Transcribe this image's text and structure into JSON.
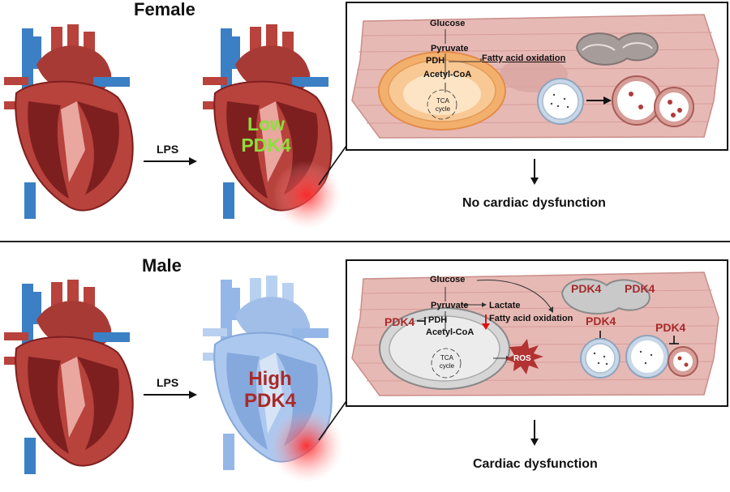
{
  "female": {
    "title": "Female",
    "arrow_label": "LPS",
    "heart_label_line1": "Low",
    "heart_label_line2": "PDK4",
    "glucose": "Glucose",
    "pyruvate": "Pyruvate",
    "pdh": "PDH",
    "fatty_acid": "Fatty acid oxidation",
    "acetyl": "Acetyl-CoA",
    "tca_line1": "TCA",
    "tca_line2": "cycle",
    "outcome": "No cardiac dysfunction"
  },
  "male": {
    "title": "Male",
    "arrow_label": "LPS",
    "heart_label_line1": "High",
    "heart_label_line2": "PDK4",
    "glucose": "Glucose",
    "pyruvate": "Pyruvate",
    "lactate": "Lactate",
    "pdh": "PDH",
    "pdk4_pdh": "PDK4",
    "fatty_acid": "Fatty acid oxidation",
    "acetyl": "Acetyl-CoA",
    "tca_line1": "TCA",
    "tca_line2": "cycle",
    "ros": "ROS",
    "pdk4_fission_left": "PDK4",
    "pdk4_fission_right": "PDK4",
    "pdk4_vesicle": "PDK4",
    "pdk4_fusion": "PDK4",
    "outcome": "Cardiac dysfunction"
  },
  "colors": {
    "heart_red": "#b8423c",
    "heart_dark": "#7e1f1f",
    "artery_blue": "#3b7fc4",
    "heart_pale_blue": "#a9c6ef",
    "muscle_pink": "#e7b9b5",
    "mito_orange": "#f3b06d",
    "low_pdk4_green": "#8be03c",
    "pdk4_red": "#a82a2a",
    "ros_red": "#b33232"
  }
}
